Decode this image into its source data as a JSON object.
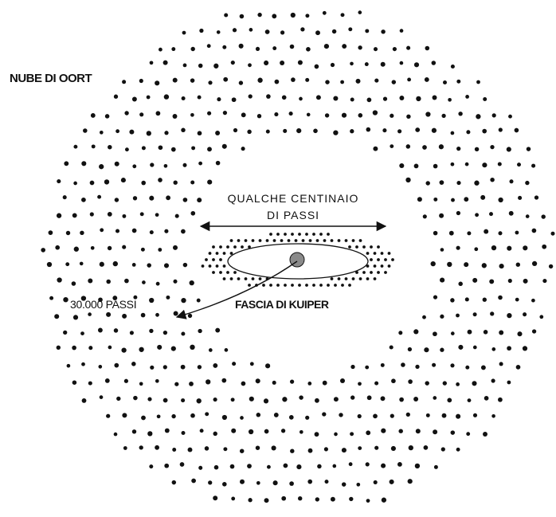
{
  "diagram": {
    "labels": {
      "oort_cloud": "NUBE DI OORT",
      "span_line1": "QUALCHE CENTINAIO",
      "span_line2": "DI PASSI",
      "oort_distance": "30.000 PASSI",
      "kuiper_belt": "FASCIA DI KUIPER"
    },
    "colors": {
      "ink": "#111111",
      "sun": "#8a8a8a",
      "background": "#ffffff"
    }
  }
}
